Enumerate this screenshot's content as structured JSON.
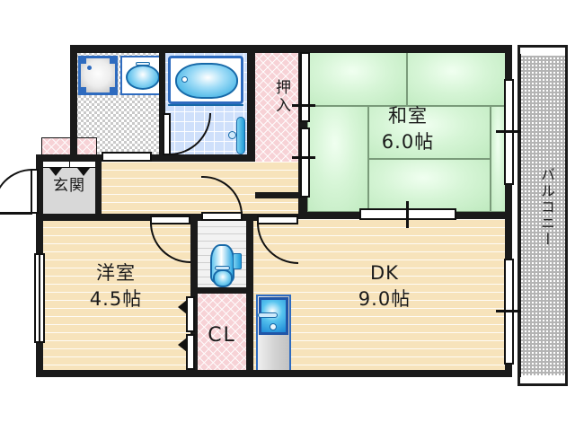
{
  "plan": {
    "type": "japanese-apartment-floorplan",
    "layout_code": "2DK",
    "unit_of_area": "帖",
    "rooms": [
      {
        "id": "washitsu",
        "name": "和室",
        "area": "6.0帖",
        "floor": "tatami",
        "tatami_count": 6
      },
      {
        "id": "yoshitsu",
        "name": "洋室",
        "area": "4.5帖",
        "floor": "wood"
      },
      {
        "id": "dk",
        "name": "DK",
        "area": "9.0帖",
        "floor": "wood"
      },
      {
        "id": "genkan",
        "name": "玄関",
        "area": "",
        "floor": "tile-gray"
      },
      {
        "id": "oshiire",
        "name": "押入",
        "area": "",
        "floor": "closet"
      },
      {
        "id": "closet",
        "name": "CL",
        "area": "",
        "floor": "closet"
      },
      {
        "id": "balcony",
        "name": "バルコニー",
        "area": "",
        "floor": "balcony"
      }
    ],
    "fixtures": [
      {
        "id": "washing-machine",
        "label": "washing-machine-pan"
      },
      {
        "id": "wash-basin",
        "label": "wash-basin"
      },
      {
        "id": "bathtub",
        "label": "bathtub"
      },
      {
        "id": "shower",
        "label": "shower-unit"
      },
      {
        "id": "toilet",
        "label": "toilet"
      },
      {
        "id": "kitchen-sink",
        "label": "kitchen-sink"
      }
    ],
    "colors": {
      "wall": "#1a1a1a",
      "wood_floor": "#f7e3bb",
      "tatami": "#c3efc3",
      "closet_pink": "#f7d2d6",
      "bath_blue": "#cfe0fb",
      "fixture_blue": "#2e6bbf",
      "balcony_gray": "#b4b4b4",
      "genkan_gray": "#d8d8d8"
    }
  },
  "labels": {
    "washitsu_name": "和室",
    "washitsu_area": "6.0帖",
    "yoshitsu_name": "洋室",
    "yoshitsu_area": "4.5帖",
    "dk_name": "DK",
    "dk_area": "9.0帖",
    "genkan": "玄関",
    "oshiire": "押入",
    "closet": "CL",
    "balcony": "バルコニー"
  }
}
